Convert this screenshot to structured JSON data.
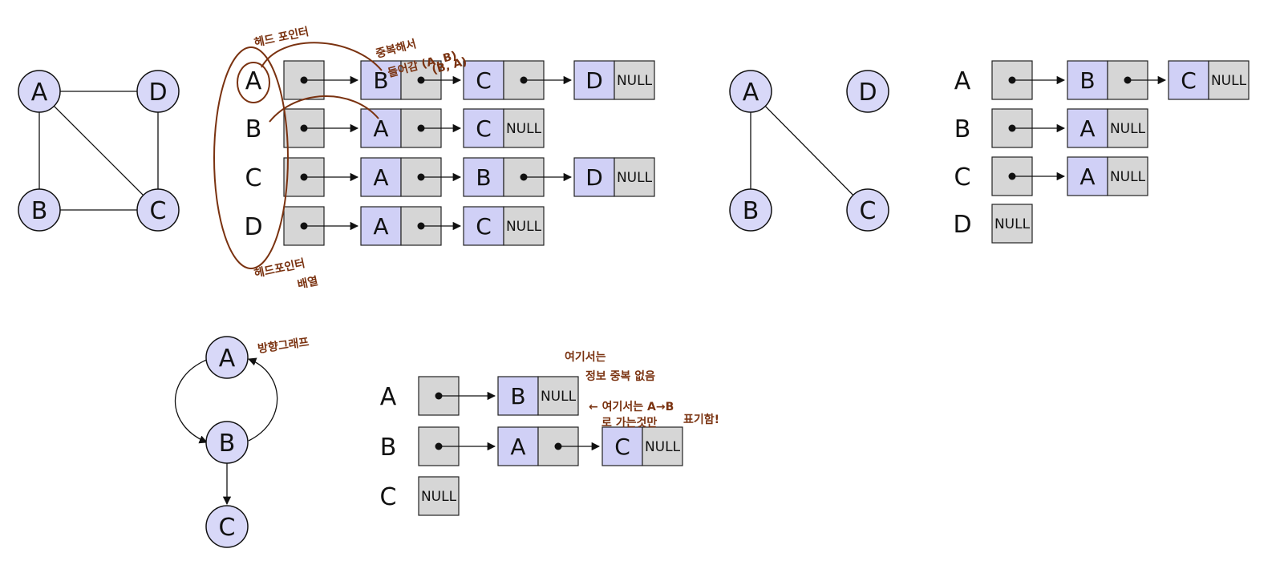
{
  "colors": {
    "node_fill": "#d8d8f8",
    "node_stroke": "#111111",
    "pointer_box": "#d6d6d6",
    "data_box": "#d0d0f6",
    "annotation": "#7a3210"
  },
  "null_text": "NULL",
  "graph1": {
    "nodes": [
      "A",
      "D",
      "B",
      "C"
    ],
    "edges": [
      [
        "A",
        "D"
      ],
      [
        "A",
        "B"
      ],
      [
        "A",
        "C"
      ],
      [
        "D",
        "C"
      ],
      [
        "B",
        "C"
      ]
    ]
  },
  "list1": {
    "heads": [
      "A",
      "B",
      "C",
      "D"
    ],
    "rows": [
      [
        "B",
        "C",
        "D"
      ],
      [
        "A",
        "C"
      ],
      [
        "A",
        "B",
        "D"
      ],
      [
        "A",
        "C"
      ]
    ]
  },
  "graph2": {
    "nodes": [
      "A",
      "D",
      "B",
      "C"
    ],
    "edges": [
      [
        "A",
        "B"
      ],
      [
        "A",
        "C"
      ]
    ]
  },
  "list2": {
    "heads": [
      "A",
      "B",
      "C",
      "D"
    ],
    "rows": [
      [
        "B",
        "C"
      ],
      [
        "A"
      ],
      [
        "A"
      ],
      []
    ]
  },
  "graph3": {
    "nodes": [
      "A",
      "B",
      "C"
    ],
    "edges": [
      [
        "A",
        "B"
      ],
      [
        "B",
        "A"
      ],
      [
        "B",
        "C"
      ]
    ]
  },
  "list3": {
    "heads": [
      "A",
      "B",
      "C"
    ],
    "rows": [
      [
        "B"
      ],
      [
        "A",
        "C"
      ],
      []
    ]
  },
  "annotations": {
    "head_pointer": "헤드 포인터",
    "duplicate_1": "중복해서",
    "duplicate_2": "들어감 (A, B)",
    "duplicate_3": "(B, A)",
    "head_array_1": "헤드포인터",
    "head_array_2": "배열",
    "directed": "방향그래프",
    "here_1": "여기서는",
    "here_2": "정보 중복 없음",
    "arrow_note_1": "← 여기서는 A→B",
    "arrow_note_2": "로 가는것만",
    "arrow_note_3": "표기함!"
  }
}
